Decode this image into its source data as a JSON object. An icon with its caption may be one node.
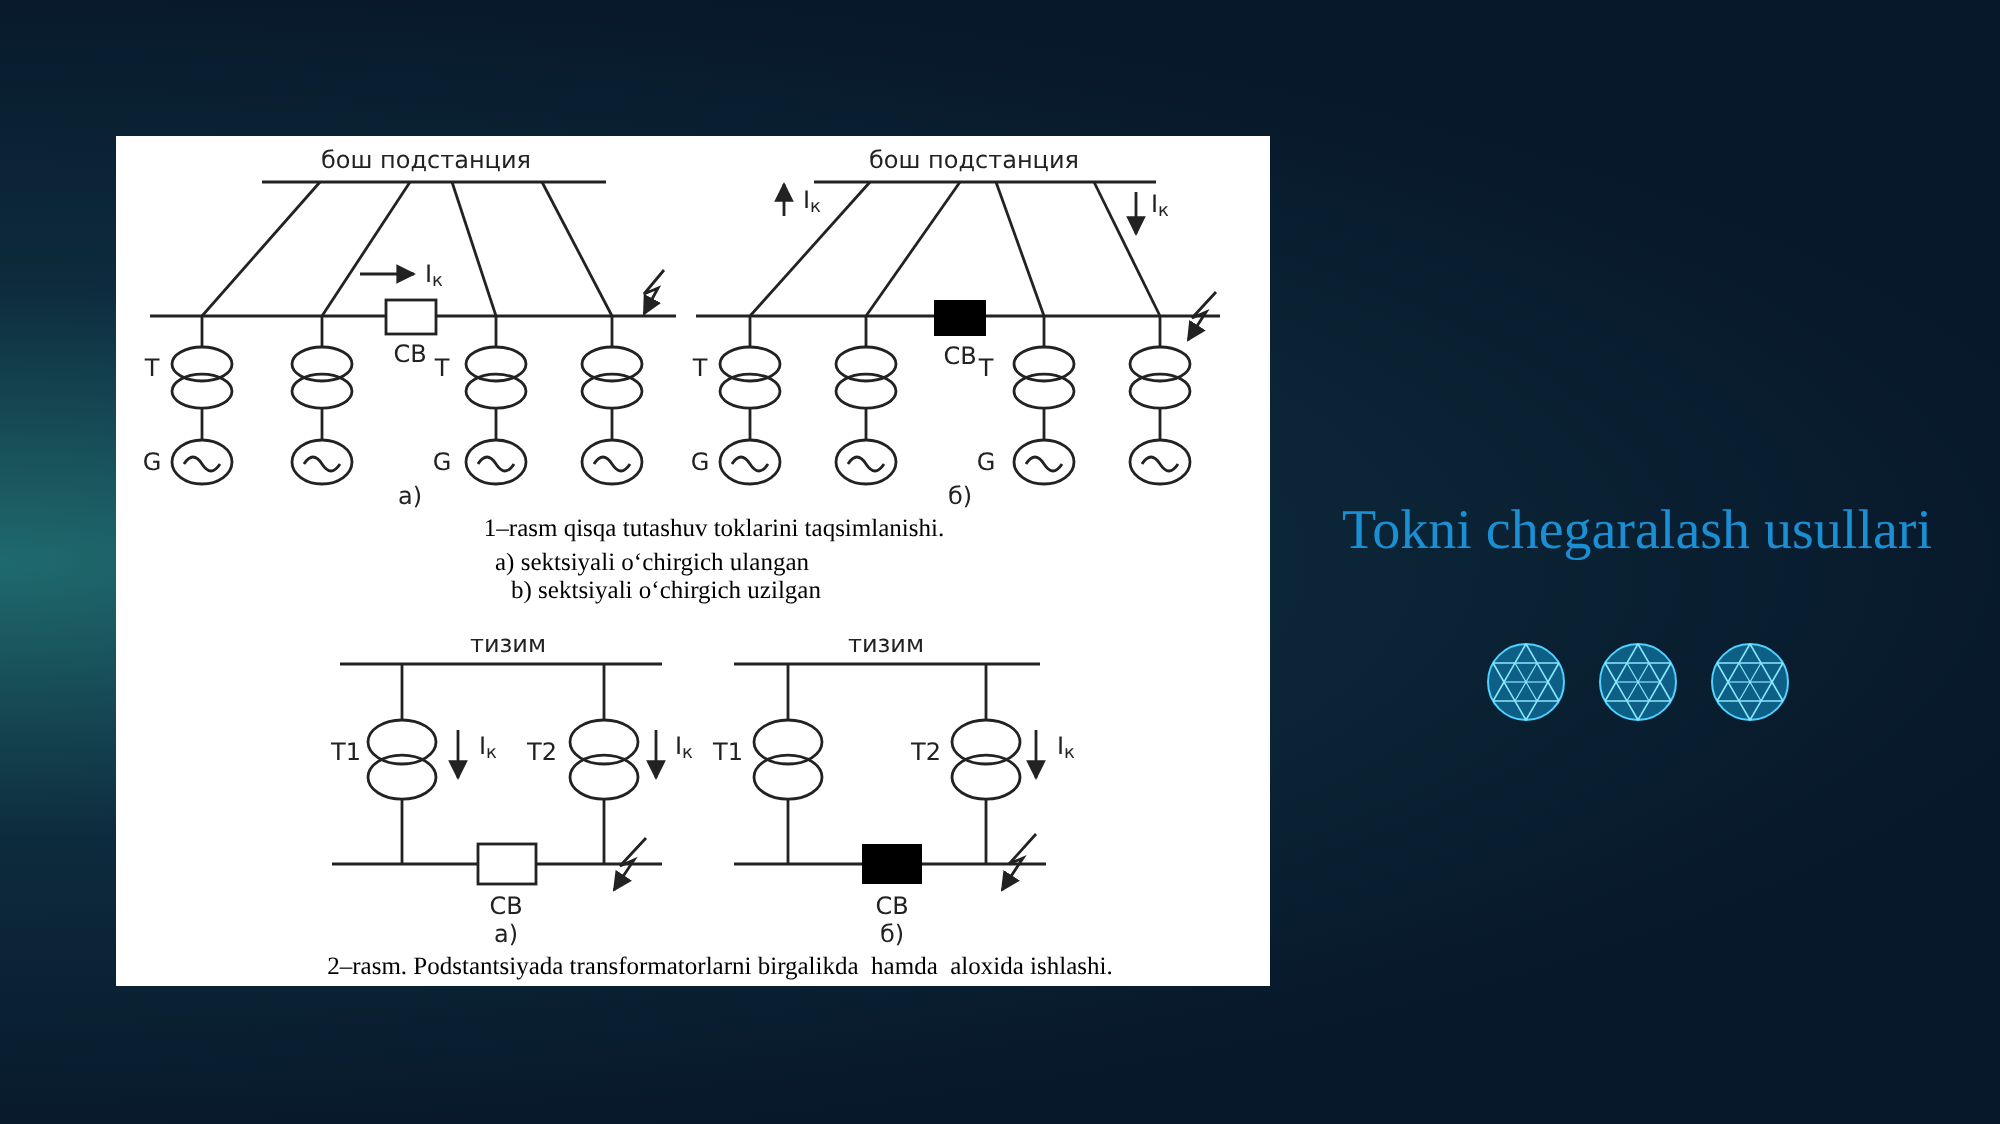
{
  "diagram": {
    "title": "Tokni chegaralash usullari",
    "labels": [
      "бош подстанция",
      "I$_{к}$",
      "Т",
      "СВ",
      "Т",
      "G",
      "G",
      "а)",
      "бош подстанция",
      "I$_{к}$",
      "I$_{к}$",
      "Т",
      "СВ",
      "Т",
      "G",
      "G",
      "б)",
      "1–rasm qisqa tutashuv toklarini taqsimlanishi.",
      "a) sektsiyali o‘chirgich ulangan",
      "b) sektsiyali o‘chirgich uzilgan",
      "тизим",
      "T1",
      "I$_{к}$",
      "T2",
      "I$_{к}$",
      "СВ",
      "а)",
      "тизим",
      "T1",
      "T2",
      "I$_{к}$",
      "СВ",
      "б)",
      "2–rasm. Podstantsiyada transformatorlarni birgalikda  hamda  aloxida ishlashi."
    ]
  }
}
